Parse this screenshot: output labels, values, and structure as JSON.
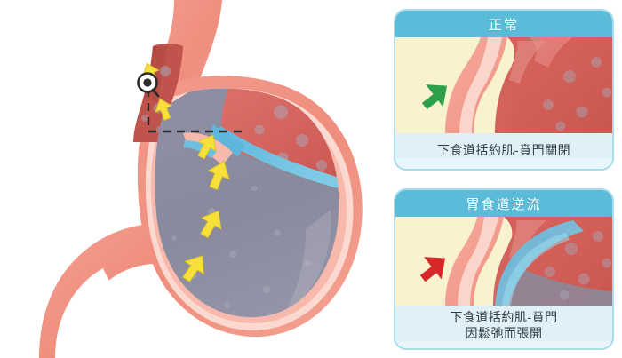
{
  "illustration": {
    "title_alt": "gastroesophageal-reflux-anatomy",
    "parts": {
      "esophagus": "esophagus",
      "esophagus_lumen": "esophageal-lumen",
      "stomach_wall": "stomach-wall",
      "fundus_contents": "stomach-fundus-gas",
      "body_contents": "stomach-body-contents",
      "duodenum": "duodenum",
      "reflux_stream": "reflux-fluid-stream",
      "marker": "magnifier-marker"
    },
    "colors": {
      "wall_outer": "#f09383",
      "wall_mid": "#f7b3a6",
      "wall_inner": "#fbd8cf",
      "fundus_red": "#d4635c",
      "lumen_red": "#c4564f",
      "contents_gray": "#8a8a9e",
      "reflux_blue": "#6ec0e0",
      "arrow_yellow": "#f7e03c",
      "bubble_gray": "#a9a9ba",
      "marker_dark": "#2b2b2b"
    },
    "arrow_counts": {
      "esophagus_arrows": 2,
      "cardia_arrows": 1,
      "body_arrows": 3
    }
  },
  "panels": [
    {
      "id": "normal",
      "title": "正常",
      "caption_lines": [
        "下食道括約肌-賁門關閉"
      ],
      "arrow_color": "#2fa04a",
      "arrow_direction": "up-right",
      "arrow_name": "green-arrow",
      "has_reflux": false,
      "background": "#f8f2cf",
      "title_bg": "#5bbcd9",
      "caption_bg": "#dff0f8"
    },
    {
      "id": "reflux",
      "title": "胃食道逆流",
      "caption_lines": [
        "下食道括約肌-賁門",
        "因鬆弛而張開"
      ],
      "arrow_color": "#d62828",
      "arrow_direction": "up-right",
      "arrow_name": "red-arrow",
      "has_reflux": true,
      "background": "#f8f2cf",
      "title_bg": "#5bbcd9",
      "caption_bg": "#dff0f8"
    }
  ]
}
